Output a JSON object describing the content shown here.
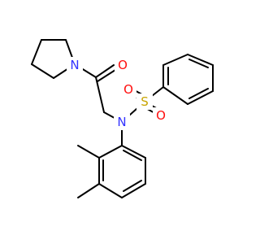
{
  "molecule": {
    "atom_colors": {
      "N": "#3232ff",
      "O": "#ff0d0d",
      "S": "#c8a400",
      "C": "#000000"
    },
    "labels": {
      "pyrrolidine_nitrogen": "N",
      "carbonyl_oxygen": "O",
      "sulfonamide_nitrogen": "N",
      "sulfur": "S",
      "sulfonyl_oxygen_left": "O",
      "sulfonyl_oxygen_right": "O"
    }
  }
}
